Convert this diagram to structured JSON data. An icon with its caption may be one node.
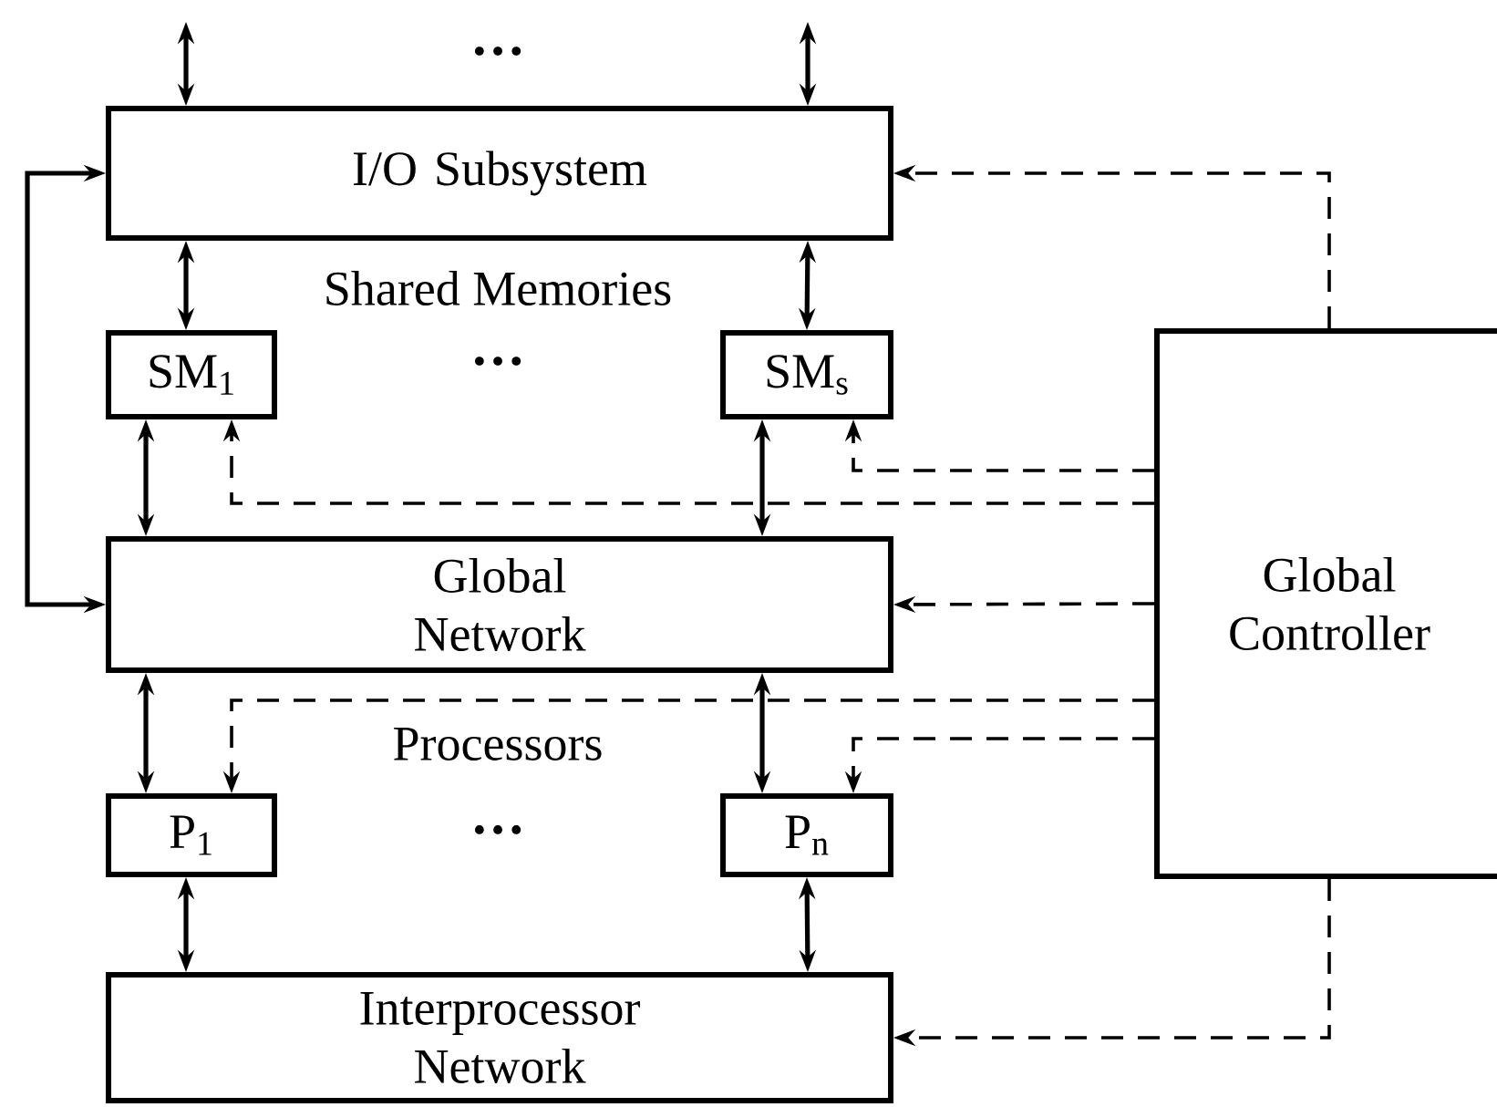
{
  "diagram": {
    "nodes": [
      {
        "text": [
          "I/O Subsystem"
        ]
      },
      {
        "text": [
          "SM$_{1}$"
        ]
      },
      {
        "text": [
          "SM$_{s}$"
        ]
      },
      {
        "text": [
          "Global Network"
        ]
      },
      {
        "text": [
          "P$_{1}$"
        ]
      },
      {
        "text": [
          "P$_{n}$"
        ]
      },
      {
        "text": [
          "Interprocessor Network"
        ]
      },
      {
        "text": [
          "Global Controller"
        ]
      }
    ],
    "edges": [
      {
        "from": null,
        "to": 0,
        "arrow": "both"
      },
      {
        "from": null,
        "to": 0,
        "arrow": "both"
      },
      {
        "from": 0,
        "to": 1,
        "arrow": "both"
      },
      {
        "from": 0,
        "to": 2,
        "arrow": "both"
      },
      {
        "from": 1,
        "to": 3,
        "arrow": "both"
      },
      {
        "from": 2,
        "to": 3,
        "arrow": "both"
      },
      {
        "from": 3,
        "to": 4,
        "arrow": "both"
      },
      {
        "from": 3,
        "to": 5,
        "arrow": "both"
      },
      {
        "from": 4,
        "to": 6,
        "arrow": "both"
      },
      {
        "from": 5,
        "to": 6,
        "arrow": "both"
      },
      {
        "from": 3,
        "to": 0,
        "arrow": "both"
      },
      {
        "from": 7,
        "to": 0,
        "arrow": "to",
        "style": "dashed"
      },
      {
        "from": 7,
        "to": 2,
        "arrow": "to",
        "style": "dashed"
      },
      {
        "from": 7,
        "to": 1,
        "arrow": "to",
        "style": "dashed"
      },
      {
        "from": 7,
        "to": 3,
        "arrow": "to",
        "style": "dashed"
      },
      {
        "from": 7,
        "to": 4,
        "arrow": "to",
        "style": "dashed"
      },
      {
        "from": 7,
        "to": 5,
        "arrow": "to",
        "style": "dashed"
      },
      {
        "from": 7,
        "to": 6,
        "arrow": "to",
        "style": "dashed"
      }
    ],
    "labels": [
      "…",
      "Shared Memories",
      "…",
      "Processors",
      "…"
    ]
  }
}
